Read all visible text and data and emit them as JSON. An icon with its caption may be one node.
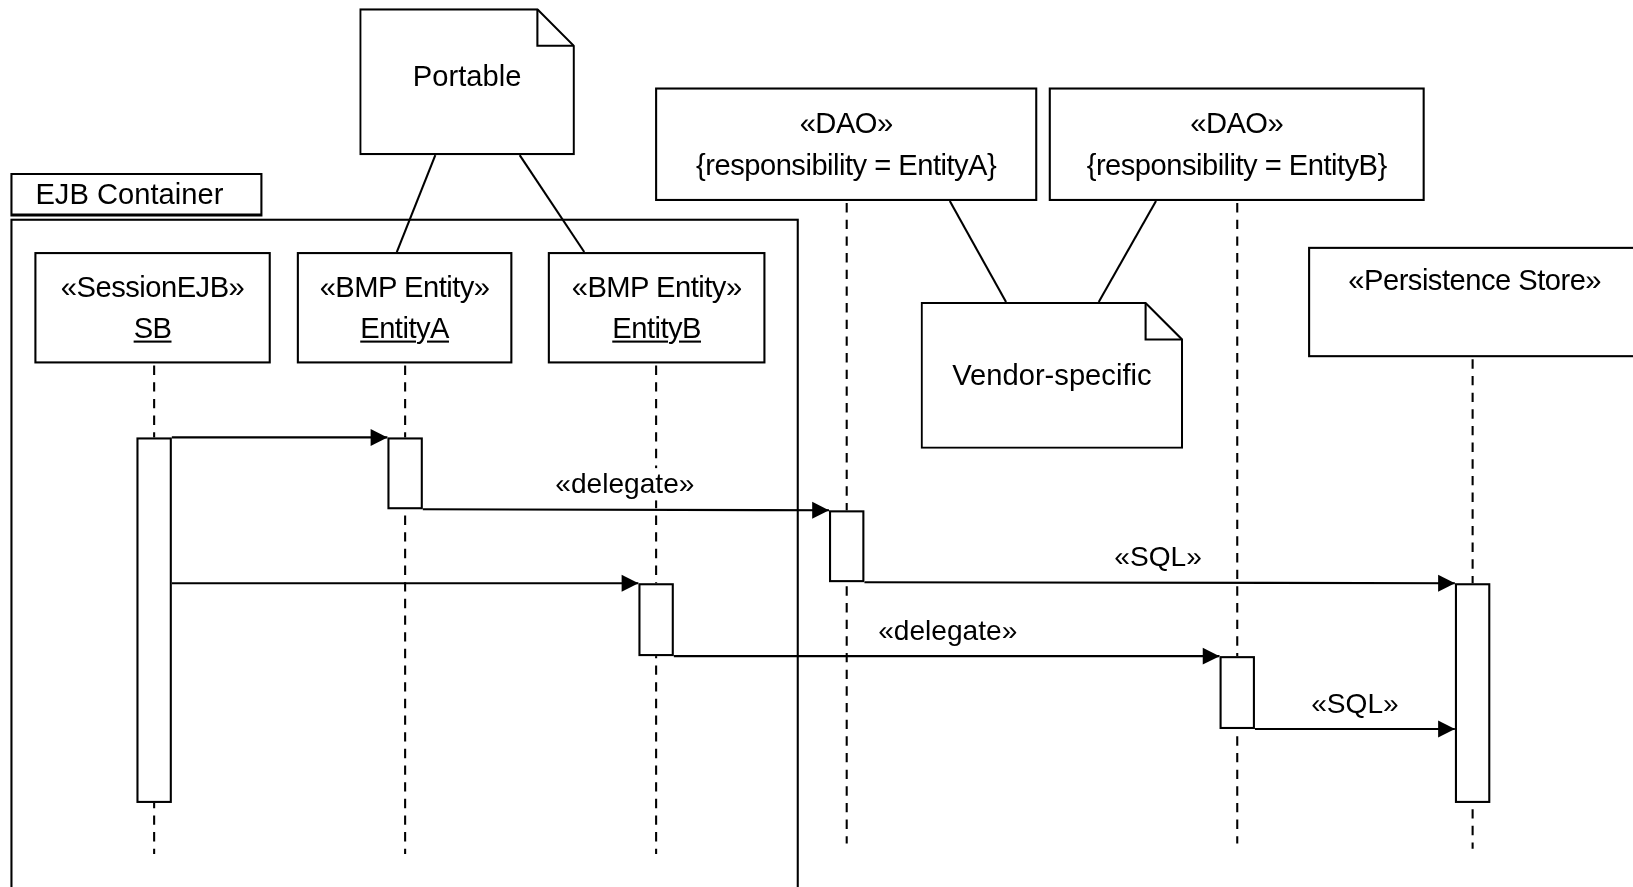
{
  "diagram": {
    "nodes": [
      {
        "text": [
          "Portable"
        ]
      },
      {
        "text": [
          "EJB Container"
        ]
      },
      {
        "text": [
          "«SessionEJB»",
          "SB"
        ],
        "in": 1
      },
      {
        "text": [
          "«BMP Entity»",
          "EntityA"
        ],
        "in": 1
      },
      {
        "text": [
          "«BMP Entity»",
          "EntityB"
        ],
        "in": 1
      },
      {
        "text": [
          "«DAO»",
          "{responsibility = EntityA}"
        ]
      },
      {
        "text": [
          "«DAO»",
          "{responsibility = EntityB}"
        ]
      },
      {
        "text": [
          "Vendor-specific"
        ]
      },
      {
        "text": [
          "«Persistence Store»"
        ]
      },
      {
        "text": [],
        "shape": "bar",
        "in": 1
      },
      {
        "text": [],
        "shape": "bar",
        "in": 1
      },
      {
        "text": [],
        "shape": "bar"
      },
      {
        "text": [],
        "shape": "bar",
        "in": 1
      },
      {
        "text": [],
        "shape": "bar"
      },
      {
        "text": [],
        "shape": "bar"
      }
    ],
    "edges": [
      {
        "from": 0,
        "to": 3,
        "arrow": "none"
      },
      {
        "from": 0,
        "to": 4,
        "arrow": "none"
      },
      {
        "from": 7,
        "to": 5,
        "arrow": "none"
      },
      {
        "from": 7,
        "to": 6,
        "arrow": "none"
      },
      {
        "from": 9,
        "to": 10,
        "arrow": "to"
      },
      {
        "from": 10,
        "to": 11,
        "label": "«delegate»",
        "arrow": "to"
      },
      {
        "from": 11,
        "to": 14,
        "label": "«SQL»",
        "arrow": "to"
      },
      {
        "from": 9,
        "to": 12,
        "arrow": "to"
      },
      {
        "from": 12,
        "to": 13,
        "label": "«delegate»",
        "arrow": "to"
      },
      {
        "from": 13,
        "to": 14,
        "label": "«SQL»",
        "arrow": "to"
      }
    ]
  }
}
